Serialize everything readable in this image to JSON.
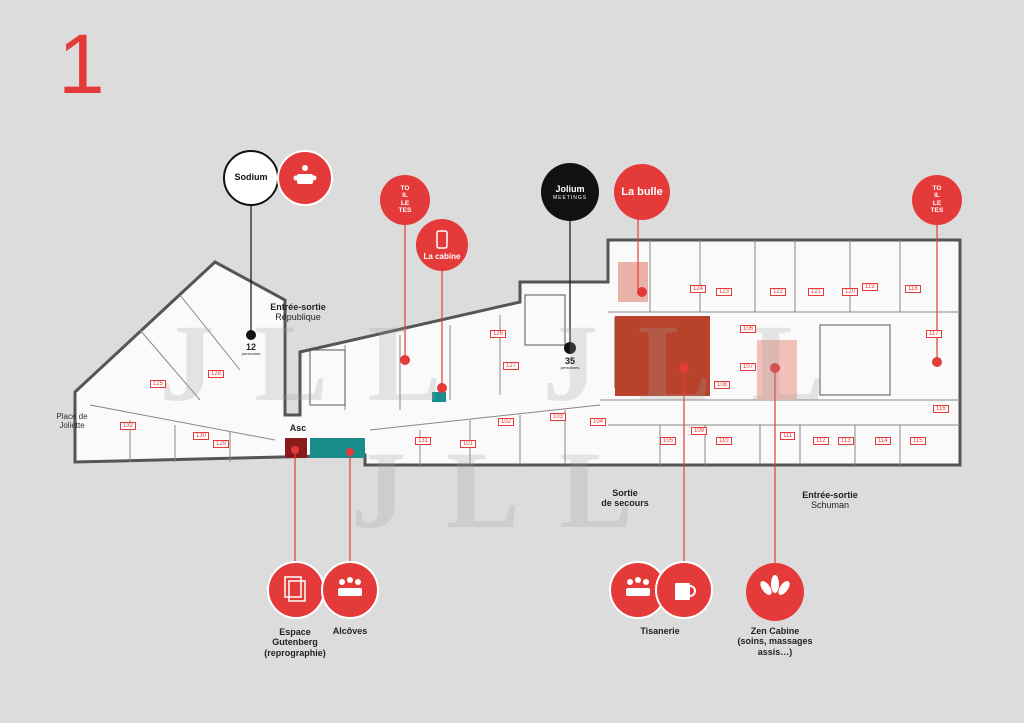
{
  "floor": "1",
  "places": {
    "sodium": "Sodium",
    "jolium": "Jolium",
    "jolium_sub": "MEETINGS",
    "la_bulle": "La bulle",
    "la_cabine": "La cabine",
    "toilettes_a": [
      "TO",
      "IL",
      "LE",
      "TES"
    ],
    "toilettes_b": [
      "TO",
      "IL",
      "LE",
      "TES"
    ]
  },
  "labels": {
    "entree_republique": "Entrée-sortie",
    "entree_republique_2": "République",
    "place_joliette": "Place de Joliette",
    "asc": "Asc",
    "sortie_secours": "Sortie",
    "sortie_secours_2": "de secours",
    "entree_schuman": "Entrée-sortie",
    "entree_schuman_2": "Schuman",
    "capacity_12": "12",
    "capacity_12_unit": "personnes",
    "capacity_35": "35",
    "capacity_35_unit": "personnes"
  },
  "amenities": {
    "gutenberg": [
      "Espace",
      "Gutenberg",
      "(reprographie)"
    ],
    "alcoves": "Alcôves",
    "tisanerie": "Tisanerie",
    "zen": [
      "Zen Cabine",
      "(soins, massages",
      "assis…)"
    ]
  },
  "rooms": [
    "124",
    "123",
    "122",
    "121",
    "120",
    "119",
    "118",
    "117",
    "116",
    "115",
    "114",
    "113",
    "112",
    "111",
    "110",
    "109",
    "108",
    "107",
    "106",
    "105",
    "104",
    "103",
    "102",
    "101",
    "131",
    "132",
    "130",
    "129",
    "128",
    "127",
    "126",
    "125"
  ],
  "watermark": "JLL JLL JLL",
  "colors": {
    "accent": "#e53a3a",
    "dark": "#111111",
    "teal": "#1a8c8c",
    "bulle": "#b9432a"
  }
}
